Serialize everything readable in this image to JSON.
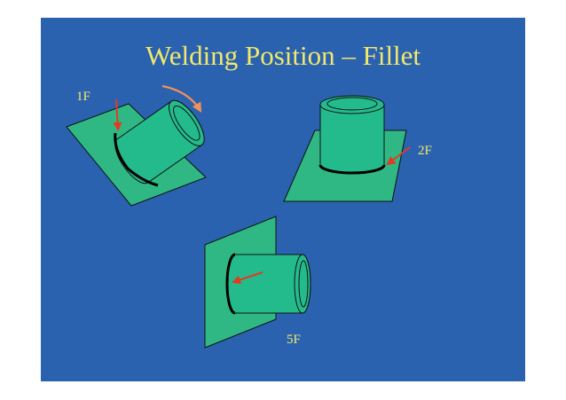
{
  "slide": {
    "title": "Welding Position – Fillet",
    "background_color": "#2a62b0",
    "title_color": "#f2e86a",
    "label_color": "#f2e86a"
  },
  "positions": [
    {
      "id": "1F",
      "label": "1F"
    },
    {
      "id": "2F",
      "label": "2F"
    },
    {
      "id": "5F",
      "label": "5F"
    }
  ],
  "colors": {
    "plate": "#2fb884",
    "cylinder": "#24bb8c",
    "outline": "#111111",
    "weld_bead": "#000000",
    "arrow_red": "#e33a22",
    "arrow_orange": "#f2915a"
  }
}
